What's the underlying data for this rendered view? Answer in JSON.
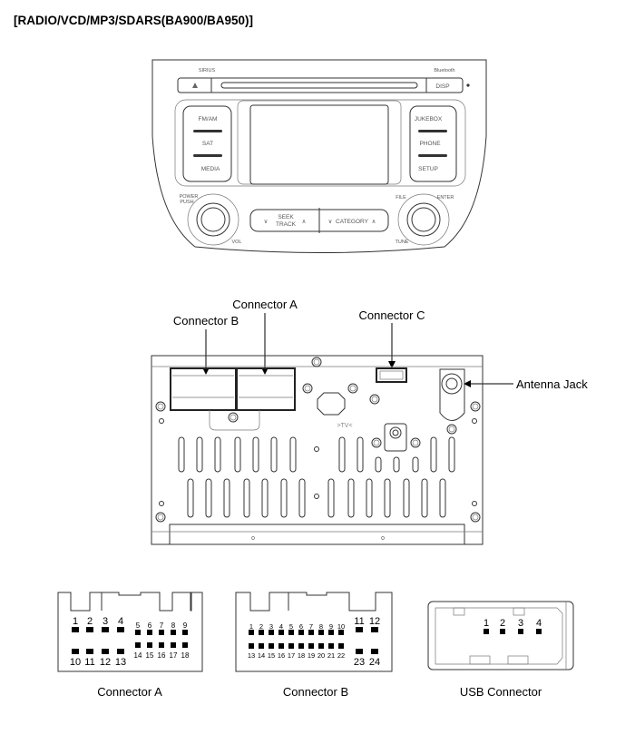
{
  "title": "[RADIO/VCD/MP3/SDARS(BA900/BA950)]",
  "faceplate": {
    "logo_sirius": "SIRIUS",
    "logo_bluetooth": "Bluetooth",
    "disp": "DISP",
    "left_buttons": [
      "FM/AM",
      "SAT",
      "MEDIA"
    ],
    "right_buttons": [
      "JUKEBOX",
      "PHONE",
      "SETUP"
    ],
    "power_push": [
      "POWER",
      "PUSH"
    ],
    "vol": "VOL",
    "file": "FILE",
    "enter": "ENTER",
    "tune": "TUNE",
    "seek_track": [
      "SEEK",
      "TRACK"
    ],
    "category": "CATEGORY"
  },
  "rear": {
    "connector_a": "Connector A",
    "connector_b": "Connector B",
    "connector_c": "Connector C",
    "antenna_jack": "Antenna Jack",
    "tv_mark": ">TV<"
  },
  "pinouts": {
    "connector_a": {
      "label": "Connector A",
      "large_top": [
        "1",
        "2",
        "3",
        "4"
      ],
      "large_bottom": [
        "10",
        "11",
        "12",
        "13"
      ],
      "small_top": [
        "5",
        "6",
        "7",
        "8",
        "9"
      ],
      "small_bottom": [
        "14",
        "15",
        "16",
        "17",
        "18"
      ]
    },
    "connector_b": {
      "label": "Connector B",
      "small_top": [
        "1",
        "2",
        "3",
        "4",
        "5",
        "6",
        "7",
        "8",
        "9",
        "10"
      ],
      "small_bottom": [
        "13",
        "14",
        "15",
        "16",
        "17",
        "18",
        "19",
        "20",
        "21",
        "22"
      ],
      "large_top": [
        "11",
        "12"
      ],
      "large_bottom": [
        "23",
        "24"
      ]
    },
    "usb": {
      "label": "USB Connector",
      "pins": [
        "1",
        "2",
        "3",
        "4"
      ]
    }
  }
}
